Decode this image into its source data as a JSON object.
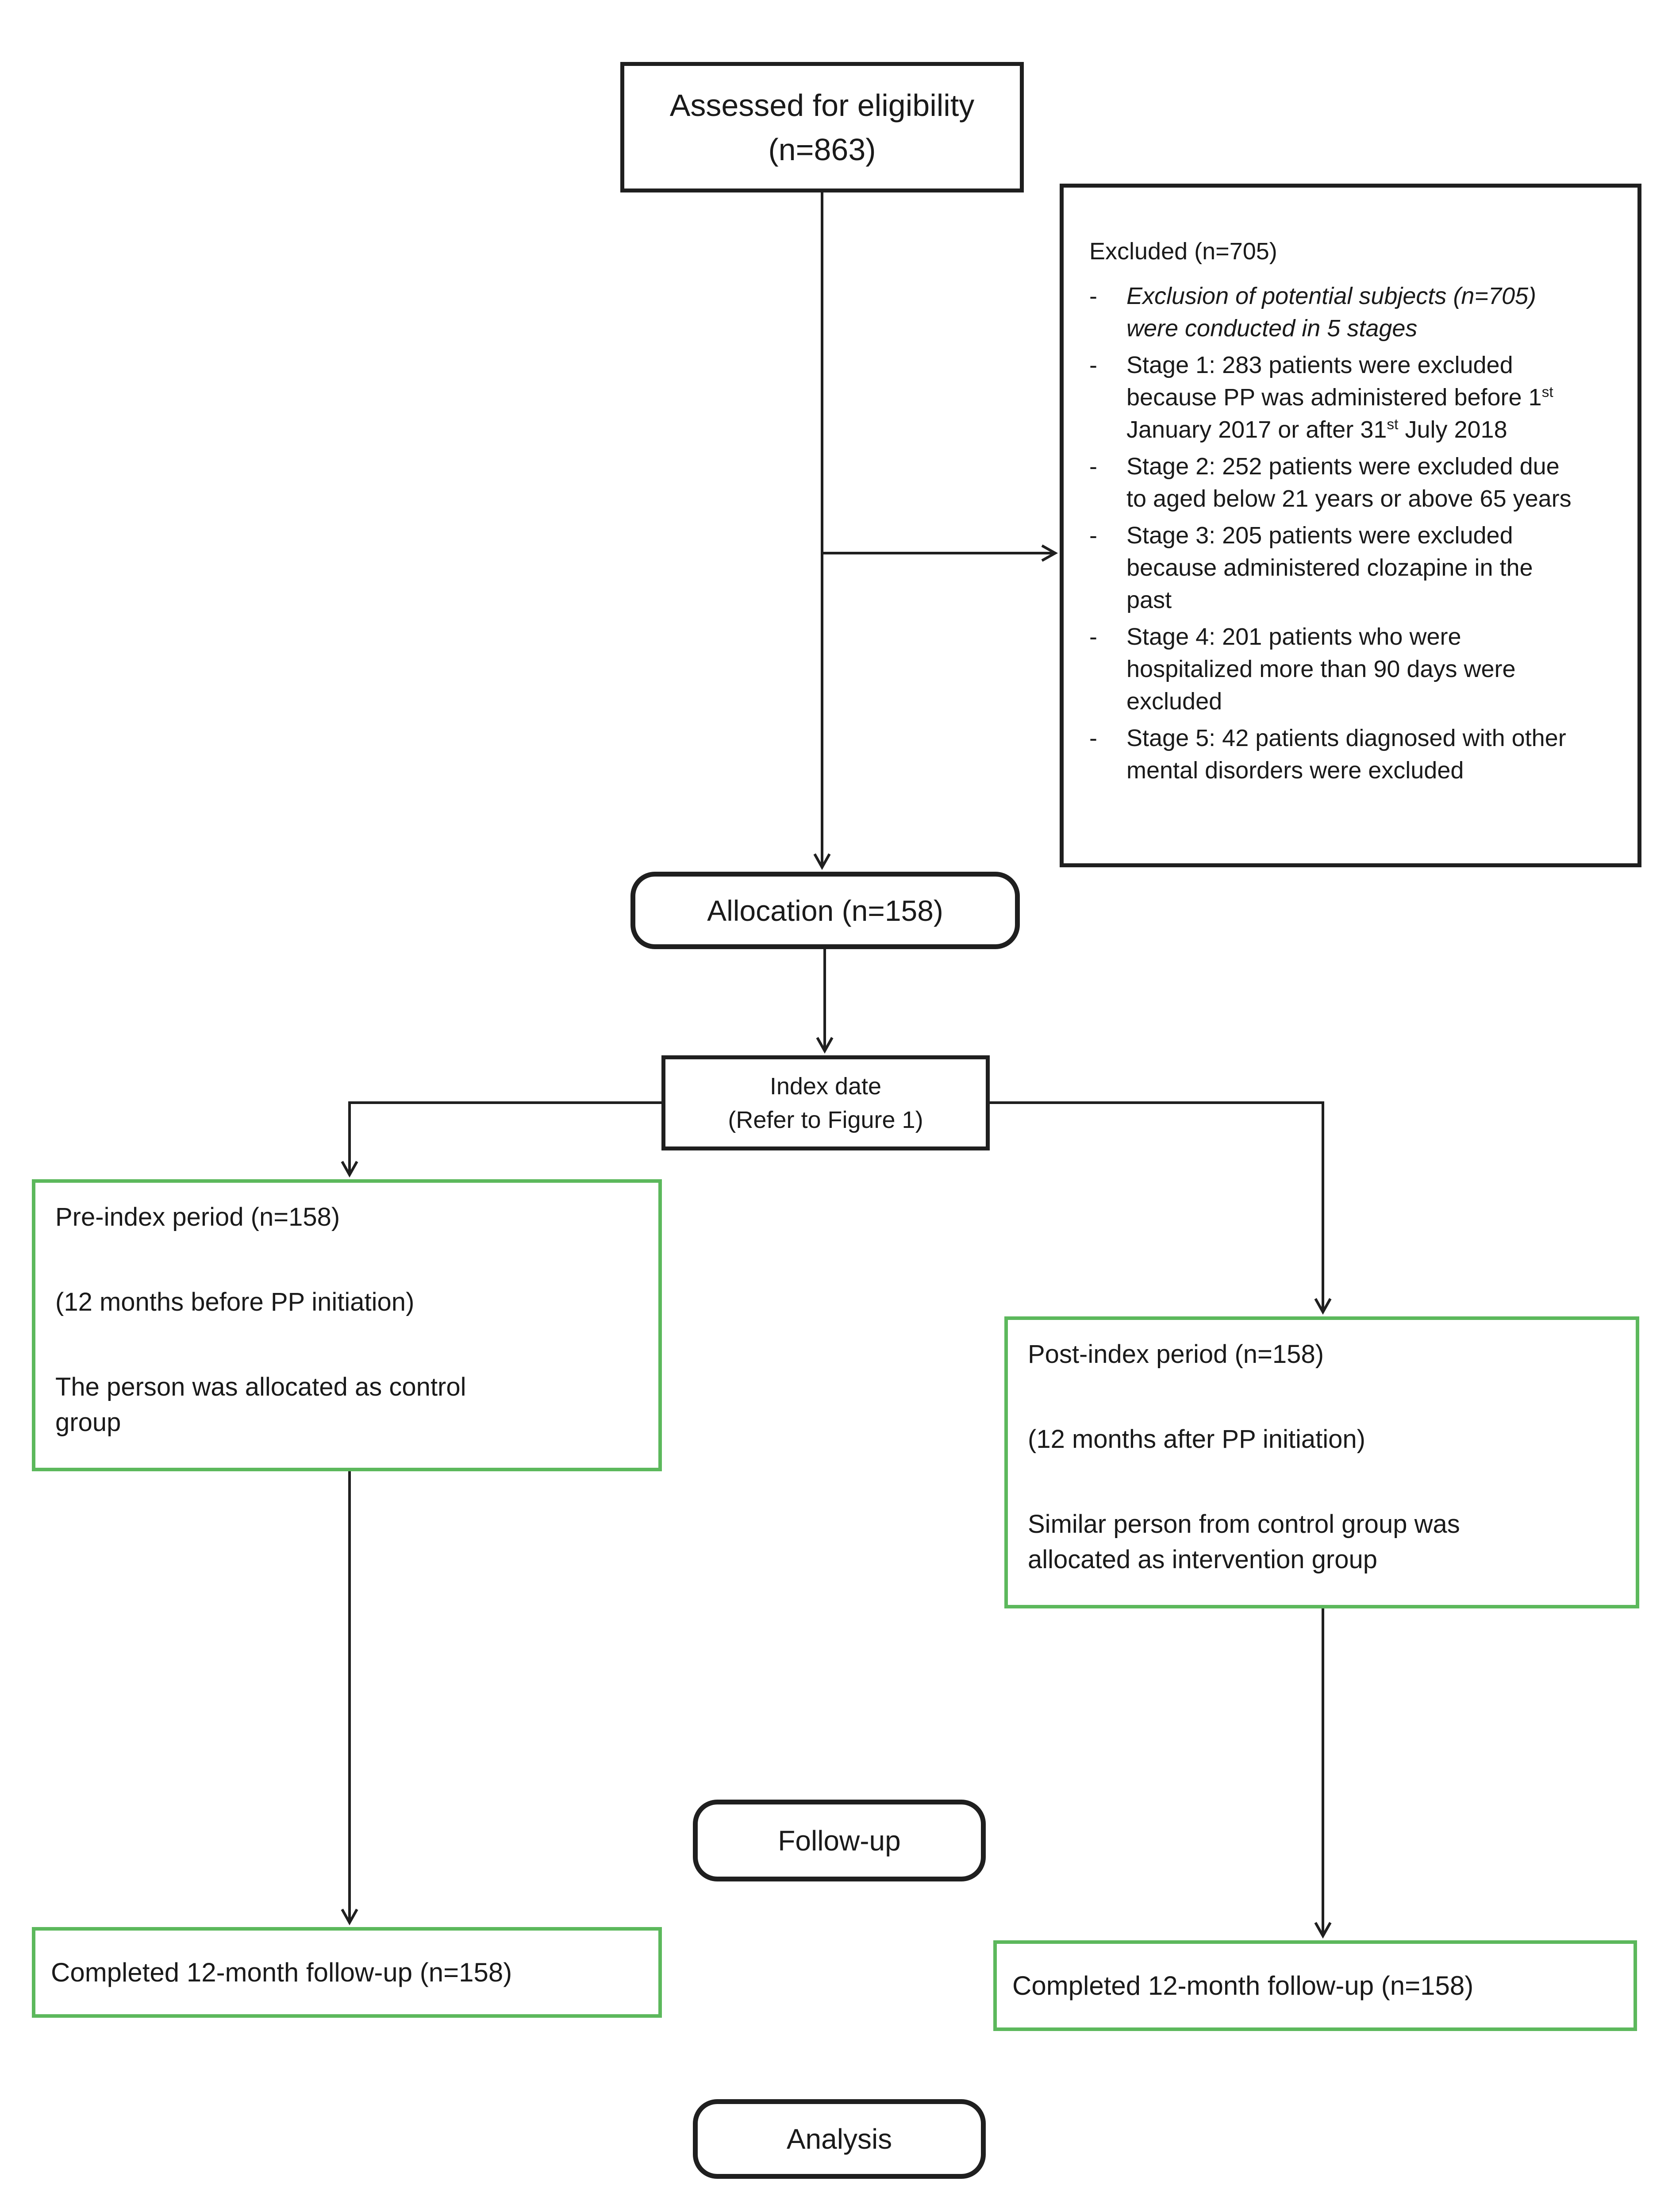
{
  "figure": {
    "type": "flowchart",
    "description": "Study participant flow diagram"
  },
  "colors": {
    "box_border": "#1f1f1f",
    "green_border": "#5cb85c",
    "line": "#1f1f1f",
    "text": "#1a1a1a",
    "background": "#ffffff"
  },
  "boxes": {
    "assessed": {
      "lines": [
        "Assessed for eligibility",
        "(n=863)"
      ]
    },
    "excluded": {
      "title": "Excluded (n=705)",
      "bullet": "-",
      "items": [
        {
          "text": "Exclusion of potential subjects (n=705) were conducted in 5 stages",
          "italic": true
        },
        {
          "text": "Stage 1: 283 patients were excluded because PP was administered before 1st January 2017 or after 31st July 2018",
          "italic": false
        },
        {
          "text": "Stage 2: 252 patients were excluded due to aged below 21 years or above 65 years",
          "italic": false
        },
        {
          "text": "Stage 3: 205 patients were excluded because administered clozapine in the past",
          "italic": false
        },
        {
          "text": "Stage 4: 201 patients who were hospitalized more than 90 days were excluded",
          "italic": false
        },
        {
          "text": "Stage 5: 42 patients diagnosed with other mental disorders were excluded",
          "italic": false
        }
      ]
    },
    "allocation": {
      "label": "Allocation (n=158)"
    },
    "index_date": {
      "lines": [
        "Index date",
        "(Refer to Figure 1)"
      ]
    },
    "pre_index": {
      "paragraphs": [
        "Pre-index period (n=158)",
        "(12 months before PP initiation)",
        "The person was allocated as control group"
      ]
    },
    "post_index": {
      "paragraphs": [
        "Post-index period (n=158)",
        "(12 months after PP initiation)",
        "Similar person from control group was allocated as intervention group"
      ]
    },
    "follow_up": {
      "label": "Follow-up"
    },
    "completed_left": {
      "label": "Completed 12-month follow-up (n=158)"
    },
    "completed_right": {
      "label": "Completed 12-month follow-up (n=158)"
    },
    "analysis": {
      "label": "Analysis"
    }
  }
}
